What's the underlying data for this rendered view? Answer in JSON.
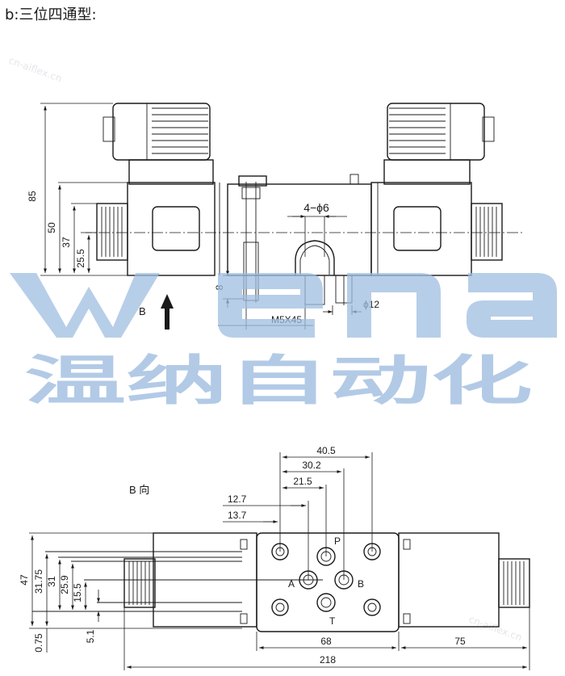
{
  "heading": "b:三位四通型:",
  "top_view": {
    "dims": {
      "d85": "85",
      "d50": "50",
      "d37": "37",
      "d25_5": "25.5",
      "d8": "8",
      "hole": "4−ϕ6",
      "phi12": "ϕ12",
      "screw": "M5X45"
    },
    "arrow_label": "B"
  },
  "bottom_view": {
    "title": "B 向",
    "dims": {
      "d40_5": "40.5",
      "d30_2": "30.2",
      "d21_5": "21.5",
      "d12_7": "12.7",
      "d13_7": "13.7",
      "d47": "47",
      "d31_75": "31.75",
      "d31": "31",
      "d25_9": "25.9",
      "d15_5": "15.5",
      "d5_1": "5.1",
      "d0_75": "0.75",
      "d68": "68",
      "d75": "75",
      "d218": "218"
    },
    "ports": {
      "p": "P",
      "a": "A",
      "b": "B",
      "t": "T"
    }
  },
  "watermark": {
    "brand": "wena",
    "chinese": "温纳自动化",
    "url": "cn-aiflex.cn"
  }
}
